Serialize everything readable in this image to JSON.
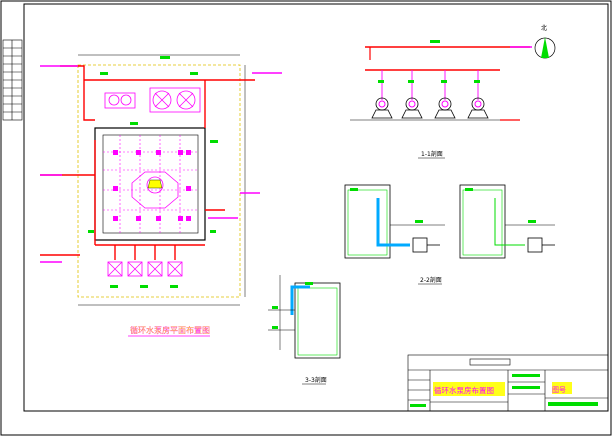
{
  "colors": {
    "background": "#ffffff",
    "frame": "#000000",
    "pipe_red": "#ff0000",
    "pipe_magenta": "#ff00ff",
    "note_green": "#00dd00",
    "note_yellow": "#ffff00",
    "pipe_cyan": "#00aaff",
    "dashed_yellow": "#e0c000"
  },
  "sheet": {
    "compass_label": "北",
    "plan_caption": "循环水泵房平面布置图",
    "section_1_caption": "1-1剖面",
    "section_2_caption": "2-2剖面",
    "section_3_caption": "3-3剖面",
    "title_block": {
      "drawing_name": "循环水泵房布置图",
      "drawing_number": "图号"
    }
  },
  "icons": [
    "north-arrow-icon",
    "pump-icon",
    "valve-icon"
  ]
}
